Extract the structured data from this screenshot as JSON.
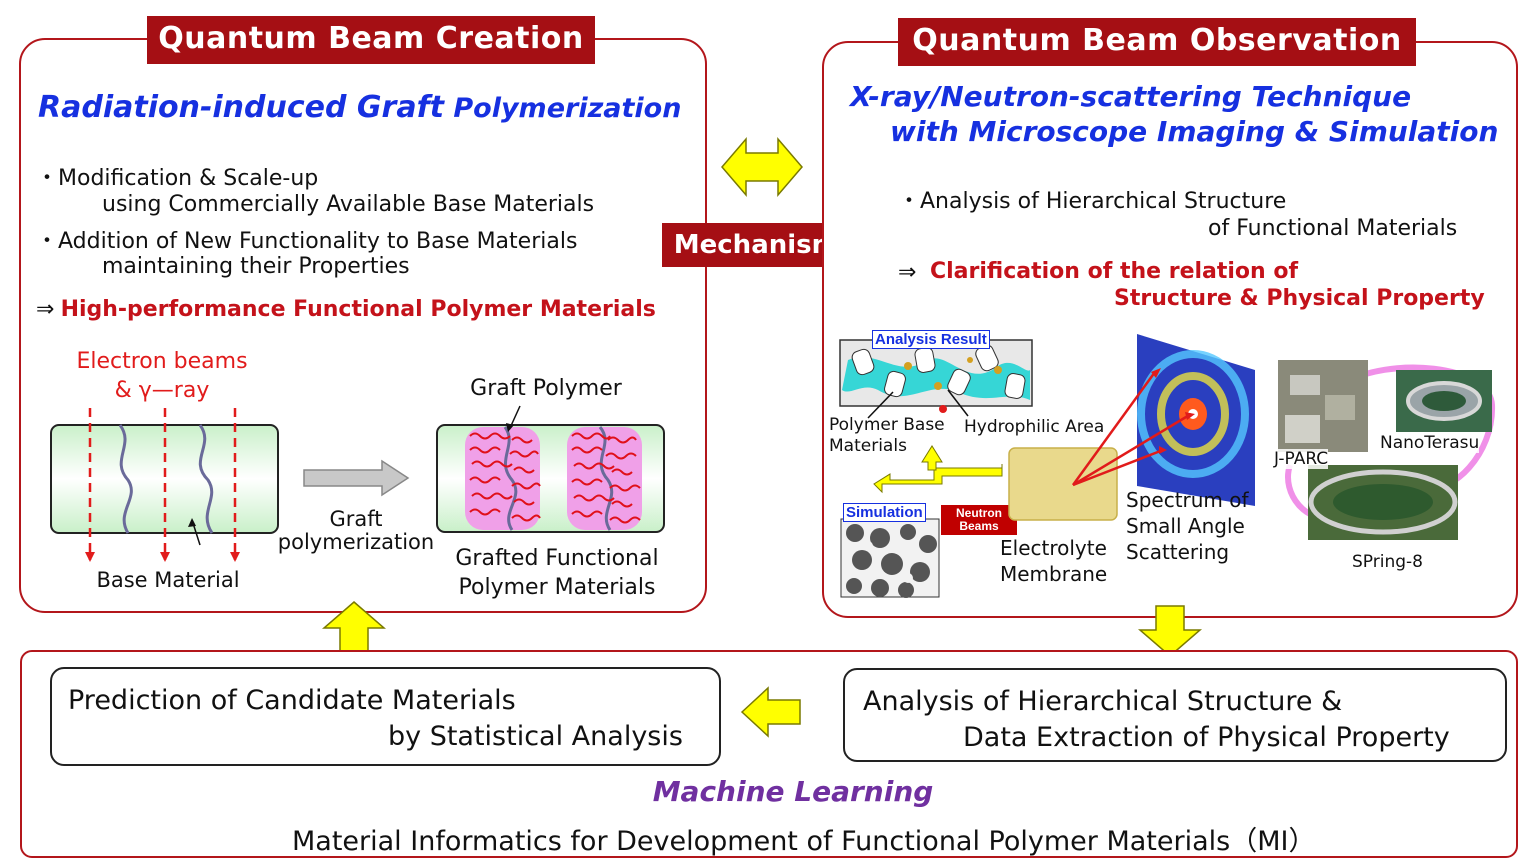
{
  "left_panel": {
    "title": "Quantum Beam Creation",
    "heading_part1": "Radiation-induced Graft",
    "heading_part2": " Polymerization",
    "bullet1_line1": "・Modification & Scale-up",
    "bullet1_line2": "using Commercially Available Base Materials",
    "bullet2_line1": "・Addition of New Functionality to Base Materials",
    "bullet2_line2": "maintaining their Properties",
    "result_arrow": "⇒",
    "result_text": "High-performance Functional Polymer Materials",
    "beam_label_line1": "Electron beams",
    "beam_label_line2": "& γ—ray",
    "base_material_label": "Base Material",
    "graft_polymer_label": "Graft Polymer",
    "process_label_line1": "Graft",
    "process_label_line2": "polymerization",
    "grafted_label_line1": "Grafted Functional",
    "grafted_label_line2": "Polymer Materials"
  },
  "mechanisms_label": "Mechanisms",
  "right_panel": {
    "title": "Quantum Beam Observation",
    "heading_line1": "X-ray/Neutron-scattering Technique",
    "heading_line2": "with Microscope Imaging & Simulation",
    "bullet1_line1": "・Analysis of Hierarchical Structure",
    "bullet1_line2": "of Functional Materials",
    "result_arrow": "⇒",
    "result_line1": "Clarification of the relation of",
    "result_line2": "Structure & Physical Property",
    "analysis_result_label": "Analysis Result",
    "polymer_base_label_line1": "Polymer Base",
    "polymer_base_label_line2": "Materials",
    "hydrophilic_label": "Hydrophilic Area",
    "simulation_label": "Simulation",
    "neutron_beams_line1": "Neutron",
    "neutron_beams_line2": "Beams",
    "electrolyte_line1": "Electrolyte",
    "electrolyte_line2": "Membrane",
    "spectrum_line1": "Spectrum of",
    "spectrum_line2": "Small Angle",
    "spectrum_line3": "Scattering",
    "jparc_label": "J-PARC",
    "nanoterasu_label": "NanoTerasu",
    "spring8_label": "SPring-8"
  },
  "bottom_panel": {
    "prediction_line1": "Prediction of  Candidate Materials",
    "prediction_line2": "by Statistical  Analysis",
    "analysis_line1": "Analysis of Hierarchical Structure &",
    "analysis_line2": "Data Extraction of Physical Property",
    "ml_label": "Machine Learning",
    "mi_label": "Material Informatics for Development of Functional Polymer Materials（MI）"
  },
  "colors": {
    "panel_border": "#b3161b",
    "title_bg": "#a50f14",
    "heading_blue": "#1630e0",
    "accent_red": "#c4121a",
    "ml_purple": "#7030a0",
    "arrow_yellow": "#ffff00",
    "graft_pink": "#f0a0e8",
    "base_green": "#d4f5d4"
  }
}
